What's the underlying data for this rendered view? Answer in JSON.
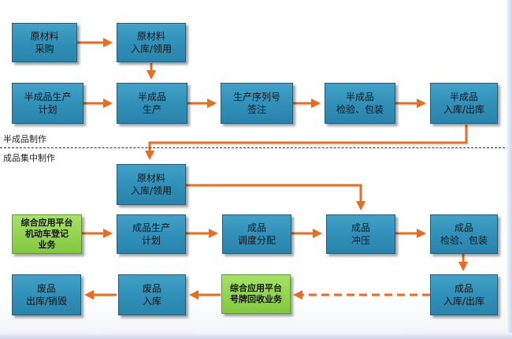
{
  "sections": {
    "upper_label": "半成品制作",
    "lower_label": "成品集中制作"
  },
  "nodes": {
    "raw_purchase": "原材料\n采购",
    "raw_store_top": "原材料\n入库/领用",
    "semi_plan": "半成品生产\n计划",
    "semi_produce": "半成品\n生产",
    "serial_sign": "生产序列号\n签注",
    "semi_inspect": "半成品\n检验、包装",
    "semi_store": "半成品\n入库/出库",
    "raw_store_lower": "原材料\n入库/领用",
    "platform_register": "综合应用平台\n机动车登记\n业务",
    "product_plan": "成品生产\n计划",
    "dispatch": "成品\n调度分配",
    "stamping": "成品\n冲压",
    "product_inspect": "成品\n检验、包装",
    "product_store": "成品\n入库/出库",
    "platform_recycle": "综合应用平台\n号牌回收业务",
    "waste_store": "废品\n入库",
    "waste_out": "废品\n出库/销毁"
  },
  "colors": {
    "process_box": "#2f8fb7",
    "platform_box": "#8fd24c",
    "arrow": "#f06a1c"
  }
}
